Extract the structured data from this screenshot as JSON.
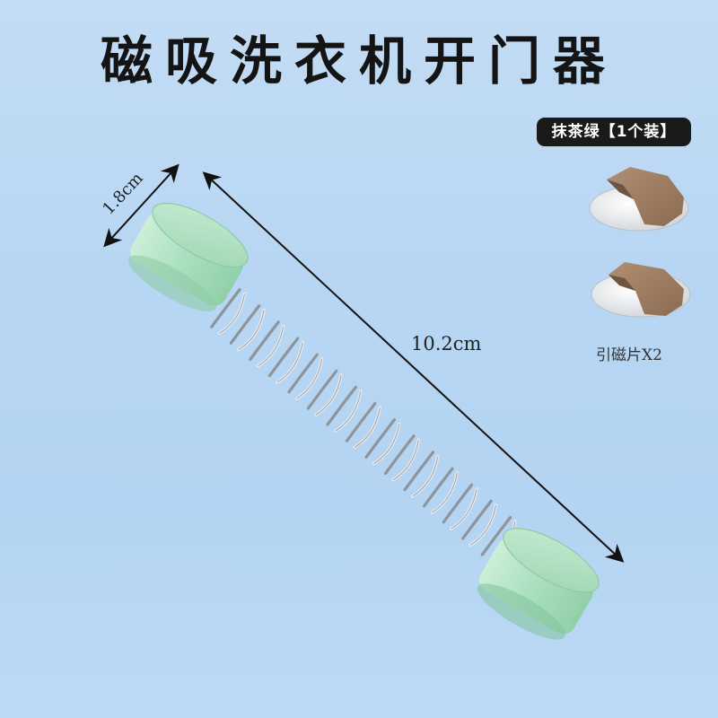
{
  "title": "磁吸洗衣机开门器",
  "badge": "抹茶绿【1个装】",
  "dimensions": {
    "diameter": "1.8cm",
    "length": "10.2cm"
  },
  "magnets": {
    "caption": "引磁片X2",
    "count": 2
  },
  "colors": {
    "background": "#b7d6f3",
    "cap_green": "#a8e0bd",
    "spring": "#c9ccd0",
    "magnet_disc": "#e6e8eb",
    "adhesive": "#9e7e63"
  }
}
